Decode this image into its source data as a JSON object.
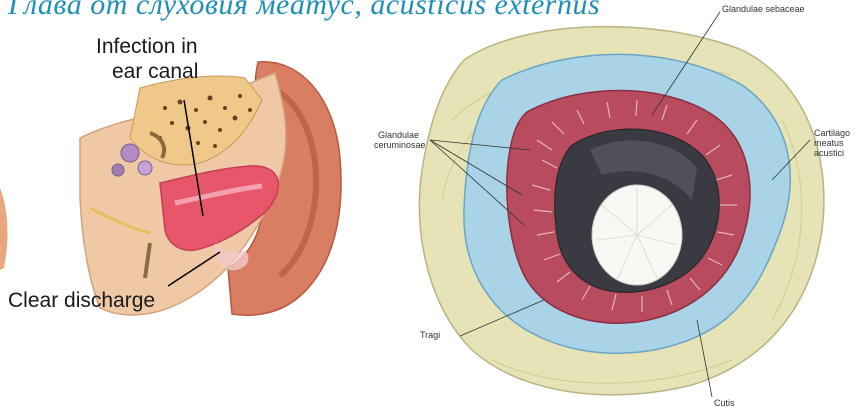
{
  "title": "Глава от слуховия мeaтус, acusticus externus",
  "left": {
    "label_infection_line1": "Infection in",
    "label_infection_line2": "ear canal",
    "label_discharge": "Clear discharge"
  },
  "right": {
    "label_sebaceous": "Glandulae sebaceae",
    "label_ceruminous_line1": "Glandulae",
    "label_ceruminous_line2": "ceruminosae",
    "label_cartilage_line1": "Cartilago",
    "label_cartilage_line2": "meatus",
    "label_cartilage_line3": "acustici",
    "label_tragi": "Tragi",
    "label_cutis": "Cutis"
  },
  "colors": {
    "title": "#1f8fb8",
    "skin": "#e9b48f",
    "canal": "#e7566b",
    "cartilage_blue": "#a9d3e6",
    "gland_red": "#b84c5e",
    "outer_tissue": "#e6e3b6"
  }
}
